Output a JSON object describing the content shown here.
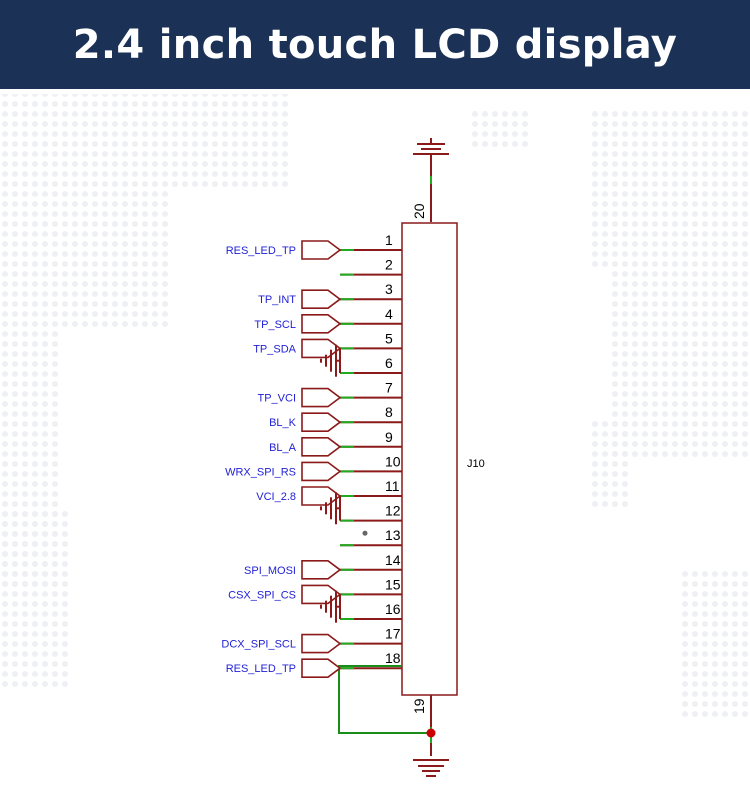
{
  "header": {
    "title": "2.4 inch touch LCD display"
  },
  "connector": {
    "designator": "J10",
    "top_pin": "20",
    "bottom_pin": "19",
    "pins": [
      {
        "num": "1",
        "label": "RES_LED_TP",
        "kind": "net"
      },
      {
        "num": "2",
        "label": "",
        "kind": "none"
      },
      {
        "num": "3",
        "label": "TP_INT",
        "kind": "net"
      },
      {
        "num": "4",
        "label": "TP_SCL",
        "kind": "net"
      },
      {
        "num": "5",
        "label": "TP_SDA",
        "kind": "net"
      },
      {
        "num": "6",
        "label": "",
        "kind": "gnd"
      },
      {
        "num": "7",
        "label": "TP_VCI",
        "kind": "net"
      },
      {
        "num": "8",
        "label": "BL_K",
        "kind": "net"
      },
      {
        "num": "9",
        "label": "BL_A",
        "kind": "net"
      },
      {
        "num": "10",
        "label": "WRX_SPI_RS",
        "kind": "net"
      },
      {
        "num": "11",
        "label": "VCI_2.8",
        "kind": "net"
      },
      {
        "num": "12",
        "label": "",
        "kind": "gnd"
      },
      {
        "num": "13",
        "label": "",
        "kind": "nc"
      },
      {
        "num": "14",
        "label": "SPI_MOSI",
        "kind": "net"
      },
      {
        "num": "15",
        "label": "CSX_SPI_CS",
        "kind": "net"
      },
      {
        "num": "16",
        "label": "",
        "kind": "gnd"
      },
      {
        "num": "17",
        "label": "DCX_SPI_SCL",
        "kind": "net"
      },
      {
        "num": "18",
        "label": "RES_LED_TP",
        "kind": "net"
      }
    ]
  },
  "colors": {
    "wire": "#8b1a1a",
    "pin_end": "#1faa1f",
    "green_wire": "#1a8c1a",
    "junction": "#cc0000",
    "net_text": "#1f1fd6",
    "header_bg": "#1b3156"
  }
}
